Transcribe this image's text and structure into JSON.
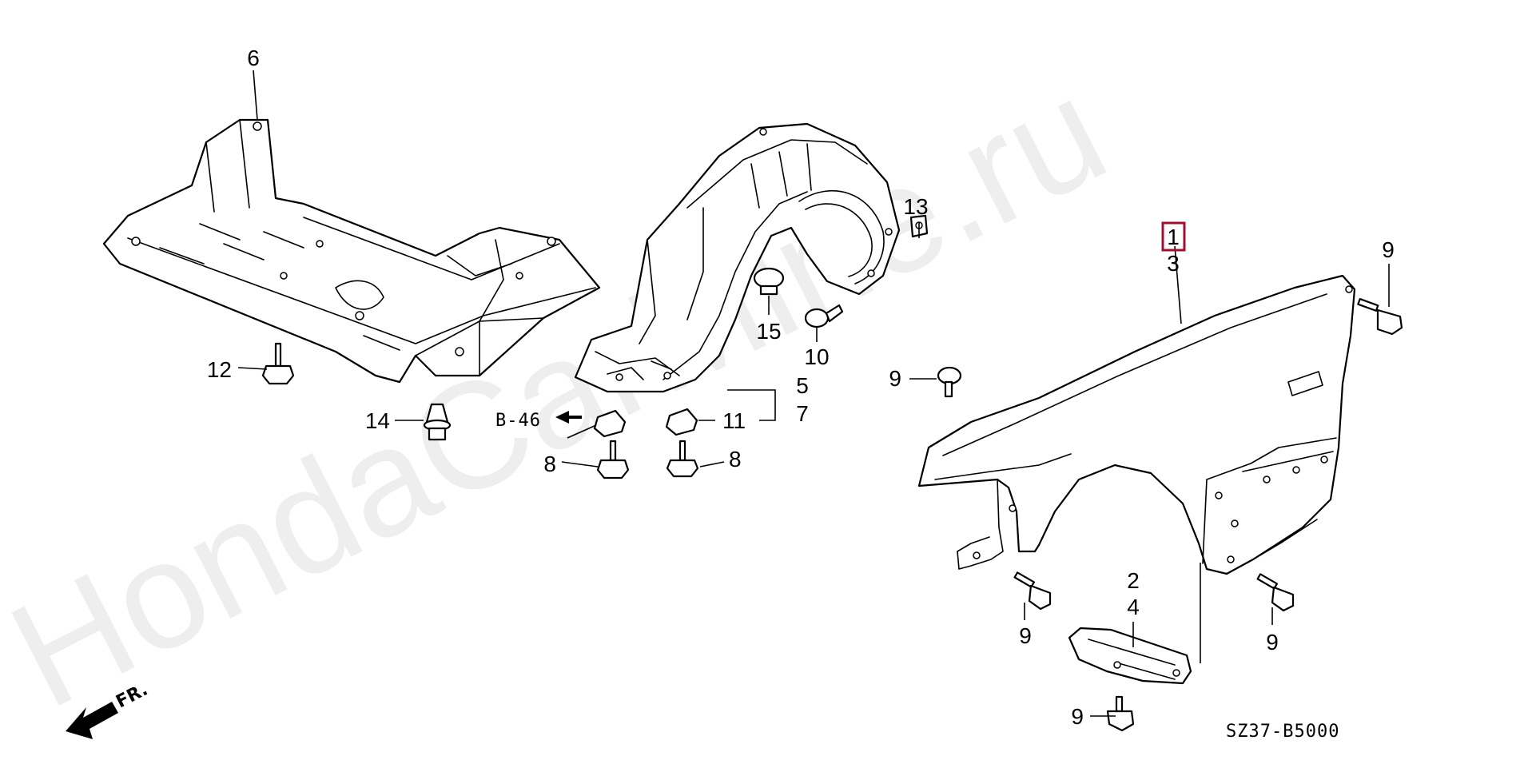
{
  "watermark": "HondaCarMine.ru",
  "diagram_code": "SZ37-B5000",
  "direction_label": "FR.",
  "ref_label": "B-46",
  "highlight_color": "#a01030",
  "callouts": {
    "c1": "1",
    "c2": "2",
    "c3": "3",
    "c4": "4",
    "c5": "5",
    "c6": "6",
    "c7": "7",
    "c8a": "8",
    "c8b": "8",
    "c9a": "9",
    "c9b": "9",
    "c9c": "9",
    "c9d": "9",
    "c9e": "9",
    "c10": "10",
    "c11": "11",
    "c12": "12",
    "c13": "13",
    "c14": "14",
    "c15": "15"
  }
}
